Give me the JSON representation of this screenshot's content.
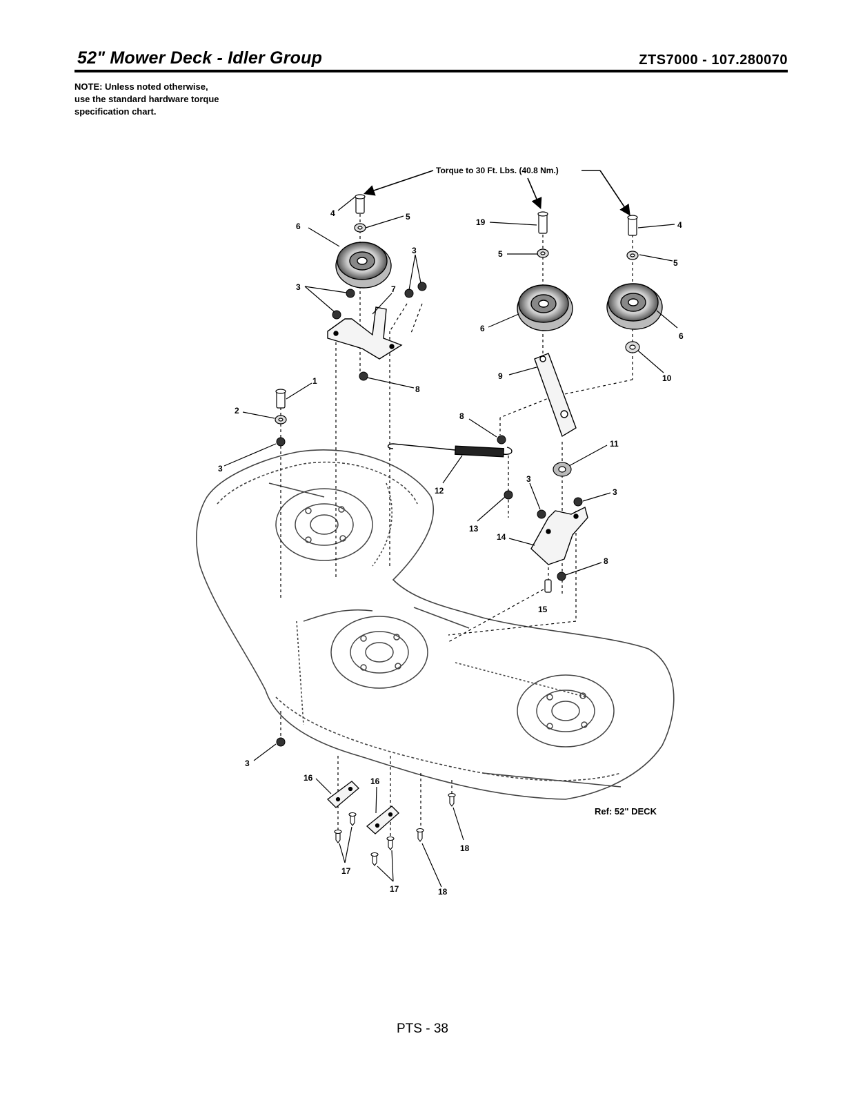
{
  "header": {
    "title": "52\" Mower Deck - Idler Group",
    "model": "ZTS7000 - 107.280070"
  },
  "note": {
    "lines": [
      "NOTE: Unless noted otherwise,",
      "use the standard hardware torque",
      "specification chart."
    ]
  },
  "diagram": {
    "torque_note": "Torque to 30 Ft. Lbs. (40.8 Nm.)",
    "reference": "Ref: 52\" DECK",
    "callouts": {
      "c4a": "4",
      "c5a": "5",
      "c6a": "6",
      "c3a": "3",
      "c3b": "3",
      "c7": "7",
      "c3c": "3",
      "c8a": "8",
      "c1": "1",
      "c2": "2",
      "c3d": "3",
      "c19": "19",
      "c5b": "5",
      "c6b": "6",
      "c4b": "4",
      "c5c": "5",
      "c6c": "6",
      "c9": "9",
      "c10": "10",
      "c8b": "8",
      "c11": "11",
      "c12": "12",
      "c13": "13",
      "c3e": "3",
      "c3f": "3",
      "c14": "14",
      "c8c": "8",
      "c15": "15",
      "c3g": "3",
      "c16a": "16",
      "c16b": "16",
      "c17a": "17",
      "c17b": "17",
      "c18a": "18",
      "c18b": "18"
    }
  },
  "footer": {
    "page": "PTS - 38"
  }
}
